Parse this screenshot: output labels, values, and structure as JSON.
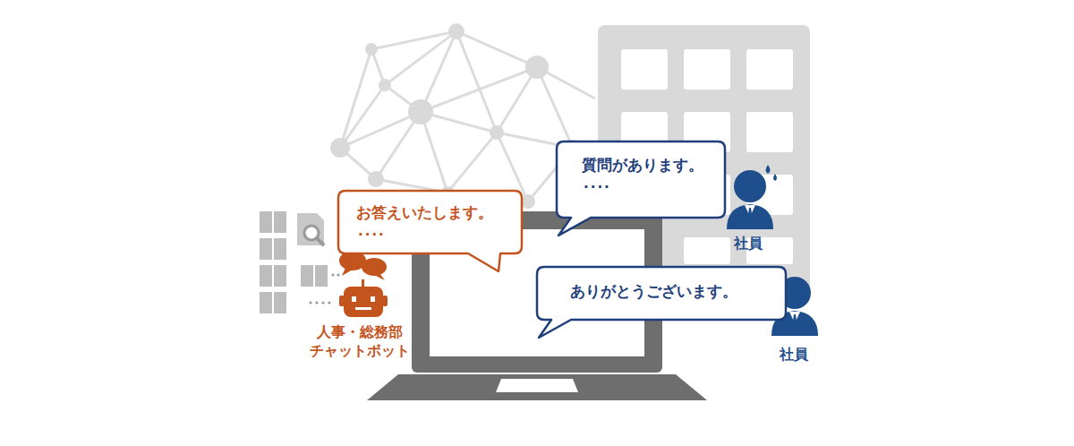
{
  "diagram": {
    "nodes": [
      {
        "text": [
          "質問があります。",
          "····"
        ]
      },
      {
        "text": [
          "お答えいたします。",
          "····"
        ]
      },
      {
        "text": [
          "ありがとうございます。"
        ]
      }
    ],
    "labels": [
      "社員",
      "社員",
      "人事・総務部 チャットボット"
    ]
  }
}
